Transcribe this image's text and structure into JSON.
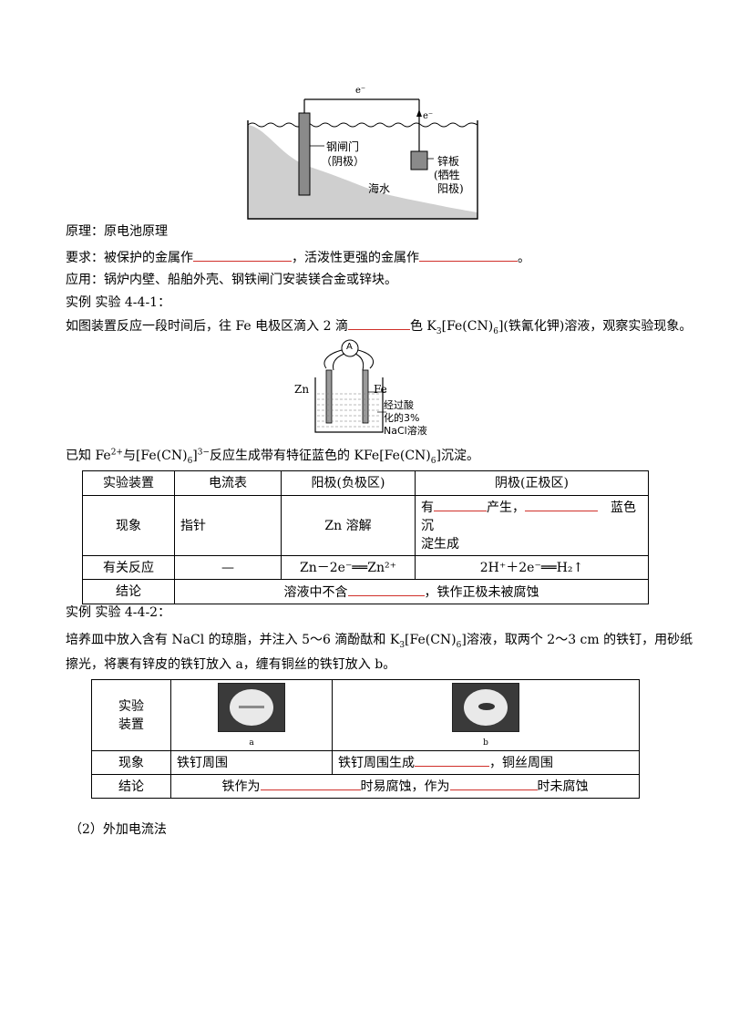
{
  "fig1": {
    "electron_top": "e⁻",
    "electron_side": "e⁻",
    "steel_gate": "钢闸门",
    "cathode": "（阴极）",
    "zinc_plate": "锌板",
    "sacrificial": "(牺牲",
    "anode": "阳极)",
    "seawater": "海水"
  },
  "principle": "原理：原电池原理",
  "requirement": {
    "a": "要求：被保护的金属作",
    "b": "，活泼性更强的金属作",
    "c": "。"
  },
  "application": "应用：锅炉内壁、船舶外壳、钢铁闸门安装镁合金或锌块。",
  "example1": "实例  实验 4-4-1：",
  "instr1": {
    "a": "如图装置反应一段时间后，往 Fe 电极区滴入 2 滴",
    "b": "色 K",
    "c": "[Fe(CN)",
    "d": "](铁氰化钾)溶液，观察实验现象。"
  },
  "fig2": {
    "ammeter": "A",
    "zn": "Zn",
    "fe": "Fe",
    "sol1": "经过酸",
    "sol2": "化的3%",
    "sol3": "NaCl溶液"
  },
  "known": {
    "a": "已知 Fe",
    "b": "与[Fe(CN)",
    "c": "]",
    "d": "反应生成带有特征蓝色的 KFe[Fe(CN)",
    "e": "]沉淀。"
  },
  "table1": {
    "h": [
      "实验装置",
      "电流表",
      "阳极(负极区)",
      "阴极(正极区)"
    ],
    "row_phen": "现象",
    "pointer": "指针",
    "zn_dissolve": "Zn 溶解",
    "cat_a": "有",
    "cat_b": "产生，",
    "cat_c": "蓝色沉",
    "cat_d": "淀生成",
    "row_rxn": "有关反应",
    "dash": "—",
    "rxn_anode": "Zn－2e⁻══Zn²⁺",
    "rxn_cathode": "2H⁺＋2e⁻══H₂↑",
    "row_concl": "结论",
    "concl_a": "溶液中不含",
    "concl_b": "，铁作正极未被腐蚀"
  },
  "example2": "实例  实验 4-4-2：",
  "instr2": {
    "a": "培养皿中放入含有 NaCl 的琼脂，并注入 5～6 滴酚酞和 K",
    "b": "[Fe(CN)",
    "c": "]溶液，取两个 2～3 cm 的铁钉，用砂纸",
    "d": "擦光，将裹有锌皮的铁钉放入 a，缠有铜丝的铁钉放入 b。"
  },
  "table2": {
    "setup1": "实验",
    "setup2": "装置",
    "label_a": "a",
    "label_b": "b",
    "row_phen": "现象",
    "phen_a": "铁钉周围",
    "phen_b1": "铁钉周围生成",
    "phen_b2": "，铜丝周围",
    "row_concl": "结论",
    "concl_a": "铁作为",
    "concl_b": "时易腐蚀，作为",
    "concl_c": "时未腐蚀"
  },
  "section2": "（2）外加电流法"
}
